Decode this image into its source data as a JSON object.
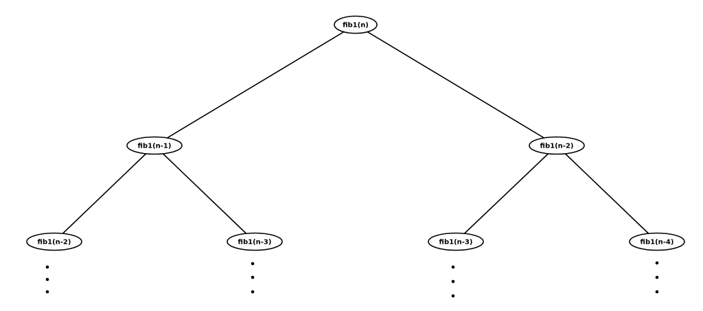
{
  "tree": {
    "nodes": [
      {
        "id": "root",
        "label": "fib1(n)",
        "level": 0
      },
      {
        "id": "l",
        "label": "fib1(n-1)",
        "level": 1,
        "parent": "root"
      },
      {
        "id": "r",
        "label": "fib1(n-2)",
        "level": 1,
        "parent": "root"
      },
      {
        "id": "ll",
        "label": "fib1(n-2)",
        "level": 2,
        "parent": "l"
      },
      {
        "id": "lr",
        "label": "fib1(n-3)",
        "level": 2,
        "parent": "l"
      },
      {
        "id": "rl",
        "label": "fib1(n-3)",
        "level": 2,
        "parent": "r"
      },
      {
        "id": "rr",
        "label": "fib1(n-4)",
        "level": 2,
        "parent": "r"
      }
    ],
    "continuation_marker": "vertical-ellipsis"
  },
  "colors": {
    "stroke": "#000000",
    "fill": "#ffffff",
    "background": "#ffffff"
  }
}
